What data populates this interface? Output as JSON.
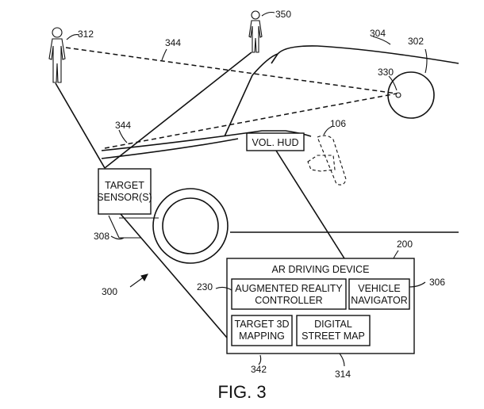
{
  "figure_caption": "FIG. 3",
  "boxes": {
    "target_sensor_line1": "TARGET",
    "target_sensor_line2": "SENSOR(S)",
    "vol_hud": "VOL. HUD",
    "ar_driving_device": "AR DRIVING DEVICE",
    "ar_controller_line1": "AUGMENTED REALITY",
    "ar_controller_line2": "CONTROLLER",
    "vehicle_navigator_line1": "VEHICLE",
    "vehicle_navigator_line2": "NAVIGATOR",
    "target_3d_line1": "TARGET 3D",
    "target_3d_line2": "MAPPING",
    "digital_map_line1": "DIGITAL",
    "digital_map_line2": "STREET MAP"
  },
  "refs": {
    "r312": "312",
    "r350": "350",
    "r344_top": "344",
    "r344_mid": "344",
    "r304": "304",
    "r302": "302",
    "r330": "330",
    "r106": "106",
    "r308": "308",
    "r300": "300",
    "r200": "200",
    "r230": "230",
    "r306": "306",
    "r342": "342",
    "r314": "314"
  }
}
